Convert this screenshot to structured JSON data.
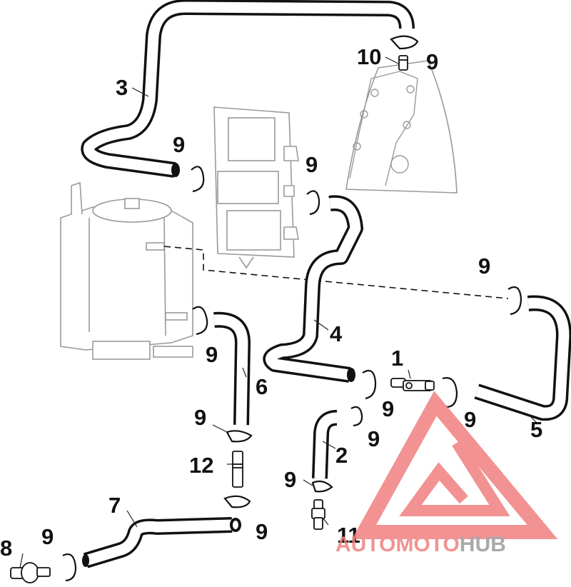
{
  "diagram": {
    "callouts": [
      {
        "id": "c1",
        "text": "1"
      },
      {
        "id": "c2",
        "text": "2"
      },
      {
        "id": "c3",
        "text": "3"
      },
      {
        "id": "c4",
        "text": "4"
      },
      {
        "id": "c5",
        "text": "5"
      },
      {
        "id": "c6",
        "text": "6"
      },
      {
        "id": "c7",
        "text": "7"
      },
      {
        "id": "c8",
        "text": "8"
      },
      {
        "id": "c9a",
        "text": "9"
      },
      {
        "id": "c9b",
        "text": "9"
      },
      {
        "id": "c9c",
        "text": "9"
      },
      {
        "id": "c9d",
        "text": "9"
      },
      {
        "id": "c9e",
        "text": "9"
      },
      {
        "id": "c9f",
        "text": "9"
      },
      {
        "id": "c9g",
        "text": "9"
      },
      {
        "id": "c9h",
        "text": "9"
      },
      {
        "id": "c9i",
        "text": "9"
      },
      {
        "id": "c9j",
        "text": "9"
      },
      {
        "id": "c9k",
        "text": "9"
      },
      {
        "id": "c9l",
        "text": "9"
      },
      {
        "id": "c10",
        "text": "10"
      },
      {
        "id": "c11",
        "text": "11"
      },
      {
        "id": "c12",
        "text": "12"
      }
    ]
  },
  "watermark": {
    "part1": "AUTOMOTO",
    "part2": "HUB",
    "color_primary": "#f08080",
    "color_secondary": "#f5c96a",
    "color_dark": "#9b9b9b"
  }
}
